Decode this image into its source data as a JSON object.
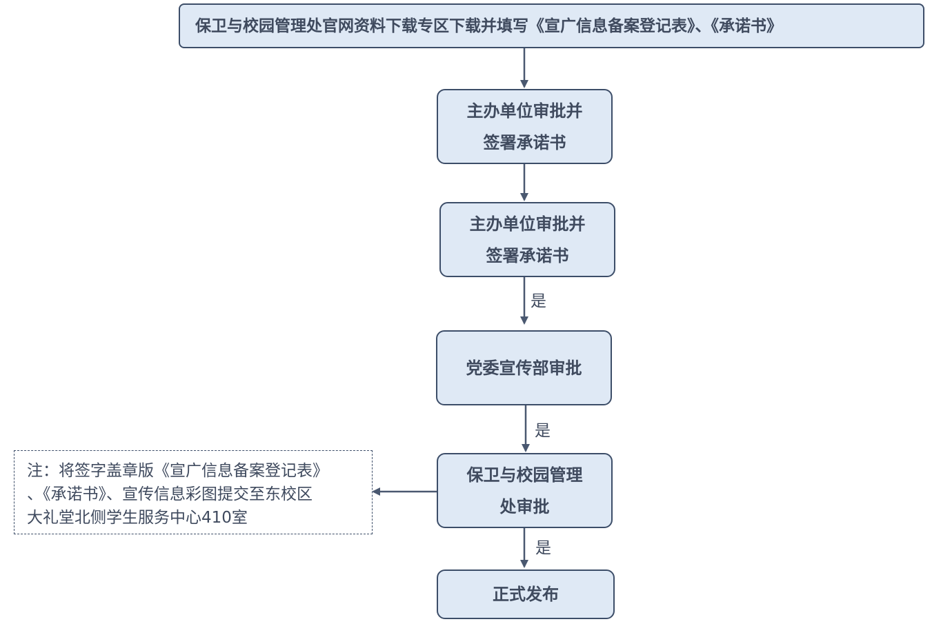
{
  "diagram": {
    "nodes": {
      "download": "保卫与校园管理处官网资料下载专区下载并填写《宣广信息备案登记表》、《承诺书》",
      "host_approve_1": [
        "主办单位审批并",
        "签署承诺书"
      ],
      "host_approve_2": [
        "主办单位审批并",
        "签署承诺书"
      ],
      "party_approve": "党委宣传部审批",
      "security_approve": [
        "保卫与校园管理",
        "处审批"
      ],
      "publish": "正式发布"
    },
    "note": [
      "注：将签字盖章版《宣广信息备案登记表》",
      "、《承诺书》、宣传信息彩图提交至东校区",
      "大礼堂北侧学生服务中心410室"
    ],
    "edge_labels": {
      "host2_to_party": "是",
      "party_to_security": "是",
      "security_to_publish": "是"
    },
    "colors": {
      "node_fill": "#dfe9f5",
      "node_border": "#3c4d68",
      "text": "#3f4a5e",
      "arrow": "#4a5870"
    }
  }
}
